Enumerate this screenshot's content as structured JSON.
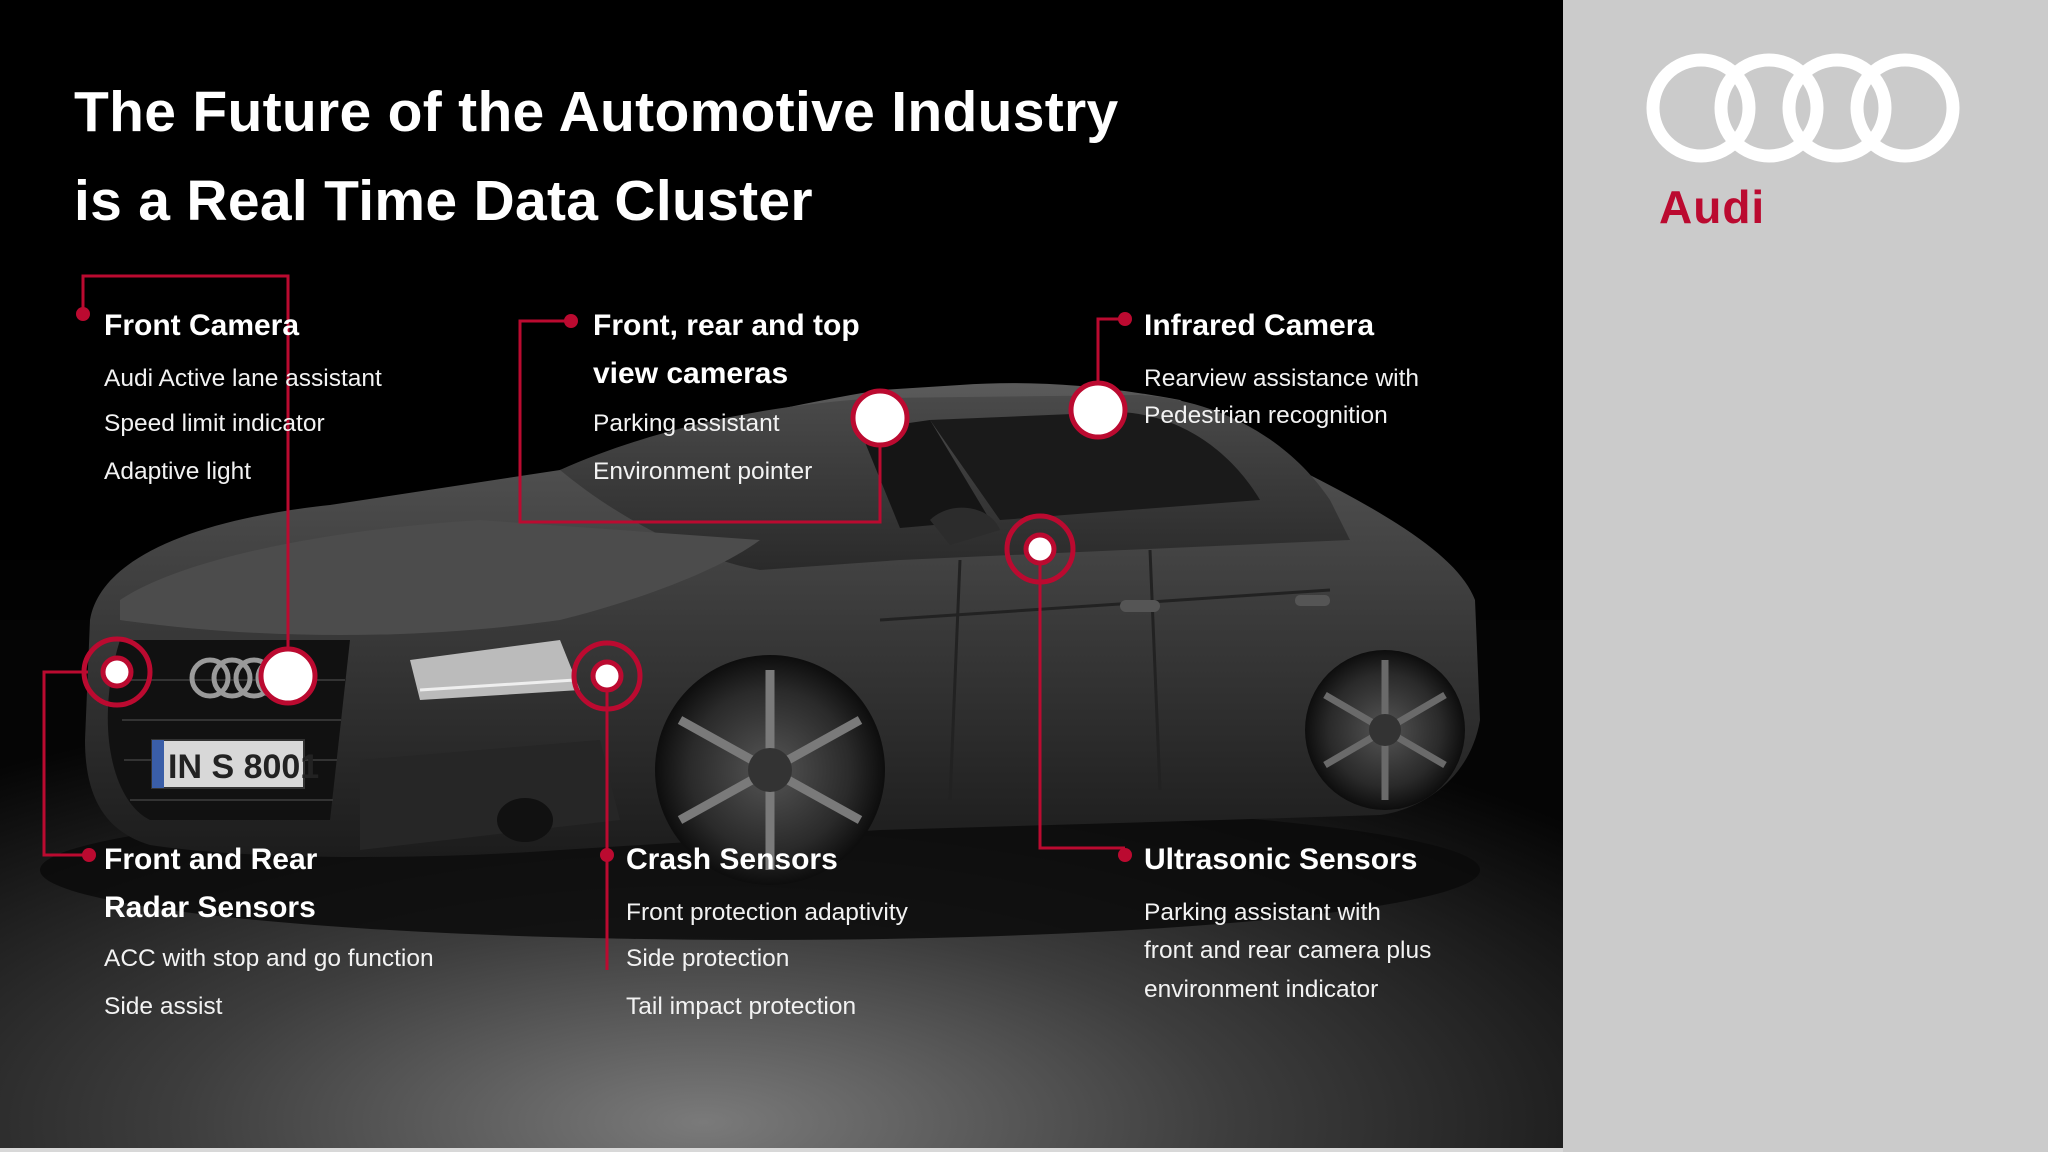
{
  "title": {
    "line1": "The Future of the Automotive Industry",
    "line2": "is a Real Time Data Cluster"
  },
  "brand": {
    "name": "Audi",
    "logo_icon": "four-rings-logo",
    "accent_color": "#bb0a30"
  },
  "car_plate": "IN S 8001",
  "colors": {
    "accent": "#bb0a30",
    "background": "#000000",
    "panel": "#cbcbcb",
    "text": "#ffffff"
  },
  "sensors": {
    "front_camera": {
      "heading": "Front Camera",
      "items": [
        "Audi Active lane assistant",
        "Speed limit indicator",
        "Adaptive light"
      ]
    },
    "view_cameras": {
      "heading_line1": "Front, rear and top",
      "heading_line2": "view cameras",
      "items": [
        "Parking assistant",
        "Environment pointer"
      ]
    },
    "infrared_camera": {
      "heading": "Infrared Camera",
      "items": [
        "Rearview assistance with",
        "Pedestrian recognition"
      ]
    },
    "radar_sensors": {
      "heading_line1": "Front and Rear",
      "heading_line2": "Radar Sensors",
      "items": [
        "ACC with stop and go function",
        "Side assist"
      ]
    },
    "crash_sensors": {
      "heading": "Crash Sensors",
      "items": [
        "Front protection adaptivity",
        "Side protection",
        "Tail impact protection"
      ]
    },
    "ultrasonic_sensors": {
      "heading": "Ultrasonic Sensors",
      "items": [
        "Parking assistant with",
        "front and rear camera plus",
        "environment indicator"
      ]
    }
  }
}
